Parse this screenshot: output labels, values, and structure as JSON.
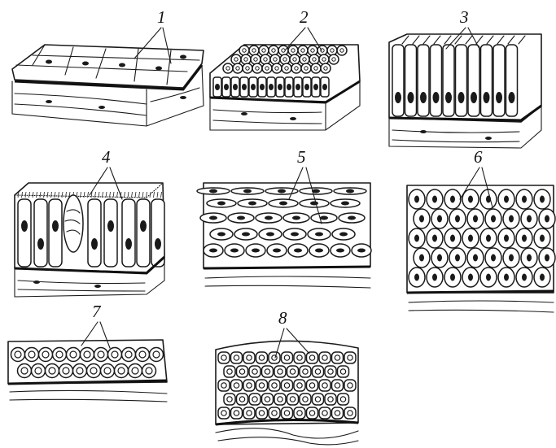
{
  "figure": {
    "panels": [
      {
        "id": "p1",
        "label": "1"
      },
      {
        "id": "p2",
        "label": "2"
      },
      {
        "id": "p3",
        "label": "3"
      },
      {
        "id": "p4",
        "label": "4"
      },
      {
        "id": "p5",
        "label": "5"
      },
      {
        "id": "p6",
        "label": "6"
      },
      {
        "id": "p7",
        "label": "7"
      },
      {
        "id": "p8",
        "label": "8"
      }
    ]
  },
  "colors": {
    "ink": "#1a1a1a",
    "paper": "#ffffff"
  }
}
